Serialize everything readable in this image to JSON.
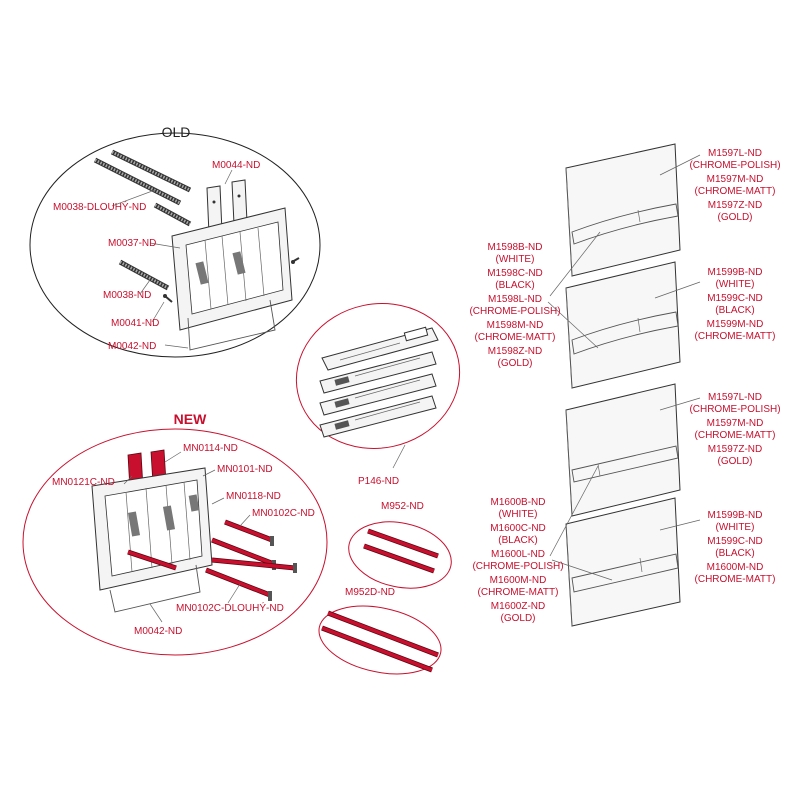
{
  "groups": {
    "old_title": "OLD",
    "new_title": "NEW"
  },
  "labels": {
    "m0044": "M0044-ND",
    "m0038_long": "M0038-DLOUHÝ-ND",
    "m0037": "M0037-ND",
    "m0038": "M0038-ND",
    "m0041": "M0041-ND",
    "m0042_old": "M0042-ND",
    "p146": "P146-ND",
    "mn0114": "MN0114-ND",
    "mn0121c": "MN0121C-ND",
    "mn0101": "MN0101-ND",
    "mn0118": "MN0118-ND",
    "mn0102c": "MN0102C-ND",
    "mn0102c_long": "MN0102C-DLOUHÝ-ND",
    "m0042_new": "M0042-ND",
    "m952": "M952-ND",
    "m952d": "M952D-ND"
  },
  "panel_labels": {
    "p1_right": [
      "M1597L-ND",
      "(CHROME-POLISH)",
      "M1597M-ND",
      "(CHROME-MATT)",
      "M1597Z-ND",
      "(GOLD)"
    ],
    "p12_left": [
      "M1598B-ND",
      "(WHITE)",
      "M1598C-ND",
      "(BLACK)",
      "M1598L-ND",
      "(CHROME-POLISH)",
      "M1598M-ND",
      "(CHROME-MATT)",
      "M1598Z-ND",
      "(GOLD)"
    ],
    "p2_right": [
      "M1599B-ND",
      "(WHITE)",
      "M1599C-ND",
      "(BLACK)",
      "M1599M-ND",
      "(CHROME-MATT)"
    ],
    "p3_right": [
      "M1597L-ND",
      "(CHROME-POLISH)",
      "M1597M-ND",
      "(CHROME-MATT)",
      "M1597Z-ND",
      "(GOLD)"
    ],
    "p34_left": [
      "M1600B-ND",
      "(WHITE)",
      "M1600C-ND",
      "(BLACK)",
      "M1600L-ND",
      "(CHROME-POLISH)",
      "M1600M-ND",
      "(CHROME-MATT)",
      "M1600Z-ND",
      "(GOLD)"
    ],
    "p4_right": [
      "M1599B-ND",
      "(WHITE)",
      "M1599C-ND",
      "(BLACK)",
      "M1600M-ND",
      "(CHROME-MATT)"
    ]
  },
  "colors": {
    "label_red": "#c8102e",
    "outline": "#333333"
  }
}
